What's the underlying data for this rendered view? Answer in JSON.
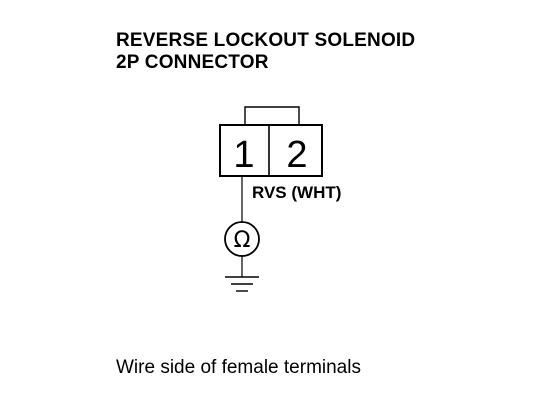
{
  "title": {
    "line1": "REVERSE LOCKOUT SOLENOID",
    "line2": "2P CONNECTOR"
  },
  "connector": {
    "terminal_1": "1",
    "terminal_2": "2",
    "wire_label": "RVS (WHT)"
  },
  "meter": {
    "symbol": "Ω"
  },
  "icons": {
    "meter": "ohmmeter-icon",
    "ground": "ground-icon"
  },
  "caption": "Wire side of female terminals"
}
